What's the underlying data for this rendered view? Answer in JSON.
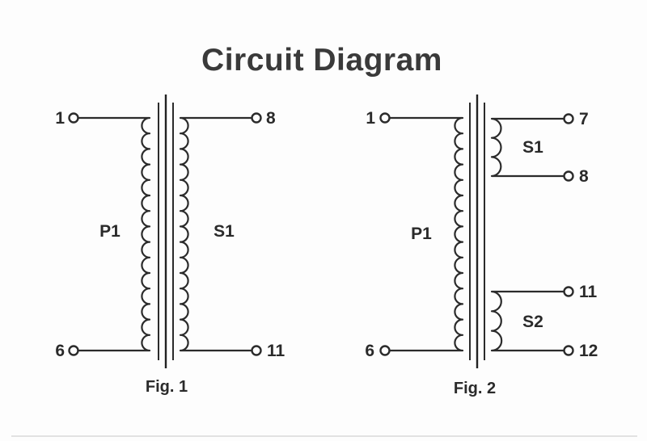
{
  "title": "Circuit Diagram",
  "colors": {
    "ink": "#2b2b2b",
    "title_text": "#3a3a3a",
    "background": "#fdfdfd"
  },
  "fig1": {
    "caption": "Fig. 1",
    "primary_label": "P1",
    "secondary_label": "S1",
    "terminals": {
      "top_left": "1",
      "bottom_left": "6",
      "top_right": "8",
      "bottom_right": "11"
    }
  },
  "fig2": {
    "caption": "Fig. 2",
    "primary_label": "P1",
    "secondary1_label": "S1",
    "secondary2_label": "S2",
    "terminals": {
      "top_left": "1",
      "bottom_left": "6",
      "s1_top": "7",
      "s1_bottom": "8",
      "s2_top": "11",
      "s2_bottom": "12"
    }
  }
}
